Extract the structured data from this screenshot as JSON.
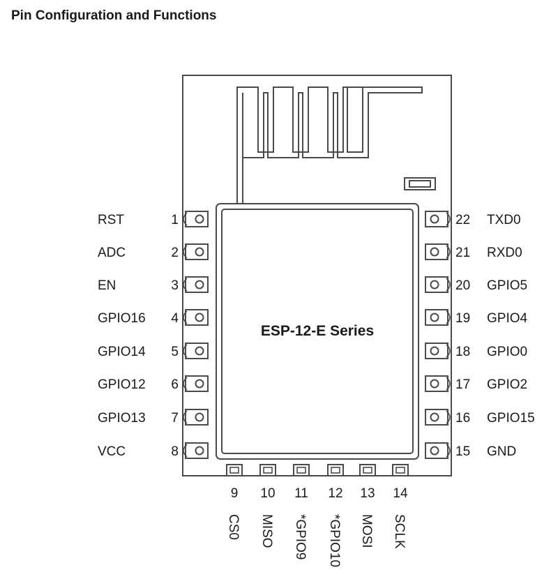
{
  "title": "Pin Configuration and Functions",
  "module_label": "ESP-12-E Series",
  "colors": {
    "line": "#4a4a4a",
    "text": "#1a1a1a",
    "background": "#ffffff"
  },
  "pins_left": [
    {
      "number": "1",
      "name": "RST"
    },
    {
      "number": "2",
      "name": "ADC"
    },
    {
      "number": "3",
      "name": "EN"
    },
    {
      "number": "4",
      "name": "GPIO16"
    },
    {
      "number": "5",
      "name": "GPIO14"
    },
    {
      "number": "6",
      "name": "GPIO12"
    },
    {
      "number": "7",
      "name": "GPIO13"
    },
    {
      "number": "8",
      "name": "VCC"
    }
  ],
  "pins_right": [
    {
      "number": "22",
      "name": "TXD0"
    },
    {
      "number": "21",
      "name": "RXD0"
    },
    {
      "number": "20",
      "name": "GPIO5"
    },
    {
      "number": "19",
      "name": "GPIO4"
    },
    {
      "number": "18",
      "name": "GPIO0"
    },
    {
      "number": "17",
      "name": "GPIO2"
    },
    {
      "number": "16",
      "name": "GPIO15"
    },
    {
      "number": "15",
      "name": "GND"
    }
  ],
  "pins_bottom": [
    {
      "number": "9",
      "name": "CS0"
    },
    {
      "number": "10",
      "name": "MISO"
    },
    {
      "number": "11",
      "name": "*GPIO9"
    },
    {
      "number": "12",
      "name": "*GPIO10"
    },
    {
      "number": "13",
      "name": "MOSI"
    },
    {
      "number": "14",
      "name": "SCLK"
    }
  ]
}
